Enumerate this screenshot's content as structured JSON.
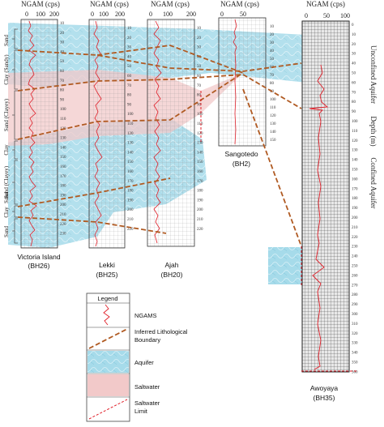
{
  "colors": {
    "aquifer": "#9fd6e6",
    "saltwater": "#f2c9c9",
    "boundary": "#b05a22",
    "ngams": "#e0202a",
    "grid": "#555555"
  },
  "logs": [
    {
      "name": "Victoria Island",
      "id": "(BH26)",
      "header": "NGAM (cps)",
      "scale": [
        "0",
        "100",
        "200"
      ],
      "ticks": [
        "10",
        "20",
        "30",
        "40",
        "50",
        "60",
        "70",
        "80",
        "90",
        "100",
        "110",
        "120",
        "130",
        "140",
        "150",
        "160",
        "170",
        "180",
        "190",
        "200",
        "210",
        "220",
        "230"
      ]
    },
    {
      "name": "Lekki",
      "id": "(BH25)",
      "header": "NGAM (cps)",
      "scale": [
        "0",
        "100",
        "200"
      ],
      "ticks": [
        "10",
        "20",
        "30",
        "40",
        "50",
        "60",
        "70",
        "80",
        "90",
        "100",
        "110",
        "120",
        "130",
        "140",
        "150",
        "160",
        "170",
        "180",
        "190",
        "200",
        "210",
        "220"
      ]
    },
    {
      "name": "Ajah",
      "id": "(BH20)",
      "header": "NGAM (cps)",
      "scale": [
        "0",
        "100",
        "200"
      ],
      "ticks": [
        "10",
        "20",
        "30",
        "40",
        "50",
        "60",
        "70",
        "80",
        "90",
        "100",
        "110",
        "120",
        "130",
        "140",
        "150",
        "160",
        "170",
        "180",
        "190",
        "200",
        "210",
        "220"
      ]
    },
    {
      "name": "Sangotedo",
      "id": "(BH2)",
      "header": "NGAM (cps)",
      "scale": [
        "0",
        "50"
      ],
      "ticks": [
        "10",
        "20",
        "30",
        "40",
        "50",
        "60",
        "70",
        "80",
        "90",
        "100",
        "110",
        "120",
        "130",
        "140",
        "150"
      ]
    },
    {
      "name": "Awoyaya",
      "id": "(BH35)",
      "header": "NGAM (cps)",
      "scale": [
        "0",
        "50",
        "100"
      ],
      "ticks": [
        "0",
        "10",
        "20",
        "30",
        "40",
        "50",
        "60",
        "70",
        "80",
        "90",
        "100",
        "110",
        "120",
        "130",
        "140",
        "150",
        "160",
        "170",
        "180",
        "190",
        "200",
        "210",
        "220",
        "230",
        "240",
        "250",
        "260",
        "270",
        "280",
        "290",
        "300",
        "310",
        "320",
        "330",
        "340",
        "350",
        "360"
      ]
    }
  ],
  "lithology": [
    "Sand",
    "Clay (Sandy)",
    "Sand (Clayey)",
    "Clay",
    "Sand (Clayey)",
    "Sand",
    "Clay",
    "Sand"
  ],
  "side_labels": {
    "unconfined": "Unconfined Aquifer",
    "depth": "Depth (m)",
    "confined": "Confined Aquifer"
  },
  "legend": {
    "title": "Legend",
    "items": [
      {
        "label": "NGAMS",
        "kind": "ngams"
      },
      {
        "label": "Inferred Lithological Boundary",
        "kind": "boundary"
      },
      {
        "label": "Aquifer",
        "kind": "aquifer"
      },
      {
        "label": "Saltwater",
        "kind": "saltwater"
      },
      {
        "label": "Saltwater Limit",
        "kind": "limit"
      }
    ]
  }
}
